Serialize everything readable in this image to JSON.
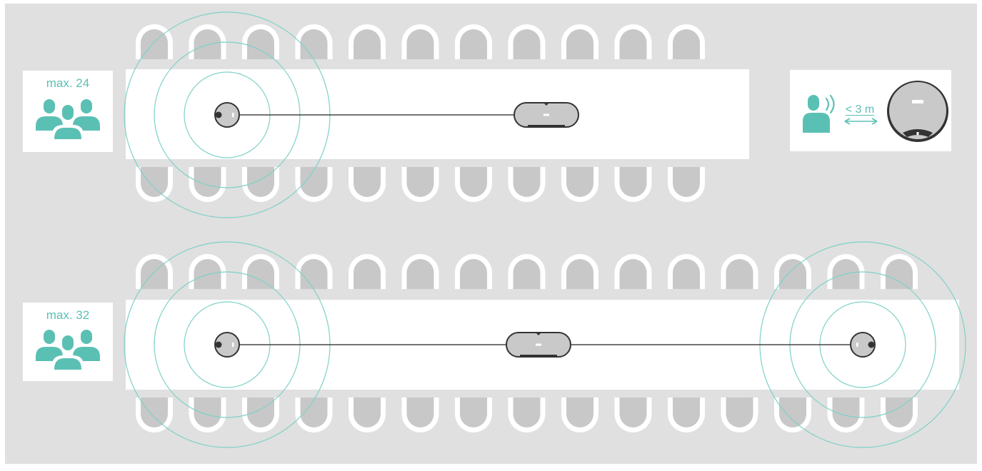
{
  "colors": {
    "background": "#e0e0e0",
    "table": "#ffffff",
    "chair": "#c8c8c8",
    "chair_outline": "#ffffff",
    "accent": "#5bc0b4",
    "range_ring": "#7fd1c7",
    "device_body": "#c9c9c9",
    "device_outline": "#333333",
    "cable": "#222222"
  },
  "setups": [
    {
      "id": "small",
      "capacity_label": "max. 24",
      "people_icon": "three-people-icon",
      "chairs_per_side": 11,
      "extension_mics": 1
    },
    {
      "id": "large",
      "capacity_label": "max. 32",
      "people_icon": "three-people-icon",
      "chairs_per_side": 15,
      "extension_mics": 2
    }
  ],
  "pickup_range": {
    "label": "< 3 m",
    "person_icon": "speaking-person-icon",
    "device_icon": "speakerphone-icon"
  }
}
